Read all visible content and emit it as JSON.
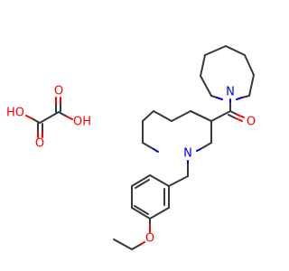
{
  "molecule": {
    "atom_labels": {
      "azepane_n": "N",
      "carbonyl_o": "O",
      "piperidine_n": "N",
      "ether_o": "O",
      "oxalic_ho_left": "HO",
      "oxalic_oh_right": "OH",
      "oxalic_o_top": "O",
      "oxalic_o_bottom": "O"
    },
    "colors": {
      "bond": "#383838",
      "oxygen": "#ff0000",
      "nitrogen": "#0000ff",
      "background": "#ffffff"
    }
  }
}
